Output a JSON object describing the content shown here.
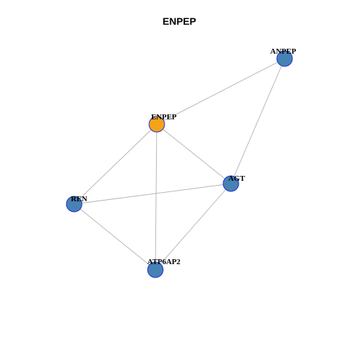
{
  "title": "ENPEP",
  "colors": {
    "highlight": "#f5a31a",
    "node": "#4682b4",
    "node_border": "#1f2fd0",
    "edge": "#b0b0b0"
  },
  "nodes": [
    {
      "id": "ENPEP",
      "label": "ENPEP",
      "highlight": true
    },
    {
      "id": "ANPEP",
      "label": "ANPEP",
      "highlight": false
    },
    {
      "id": "AGT",
      "label": "AGT",
      "highlight": false
    },
    {
      "id": "REN",
      "label": "REN",
      "highlight": false
    },
    {
      "id": "ATP6AP2",
      "label": "ATP6AP2",
      "highlight": false
    }
  ],
  "edges": [
    [
      "ENPEP",
      "ANPEP"
    ],
    [
      "ANPEP",
      "AGT"
    ],
    [
      "ENPEP",
      "AGT"
    ],
    [
      "ENPEP",
      "REN"
    ],
    [
      "ENPEP",
      "ATP6AP2"
    ],
    [
      "REN",
      "AGT"
    ],
    [
      "REN",
      "ATP6AP2"
    ],
    [
      "AGT",
      "ATP6AP2"
    ]
  ]
}
